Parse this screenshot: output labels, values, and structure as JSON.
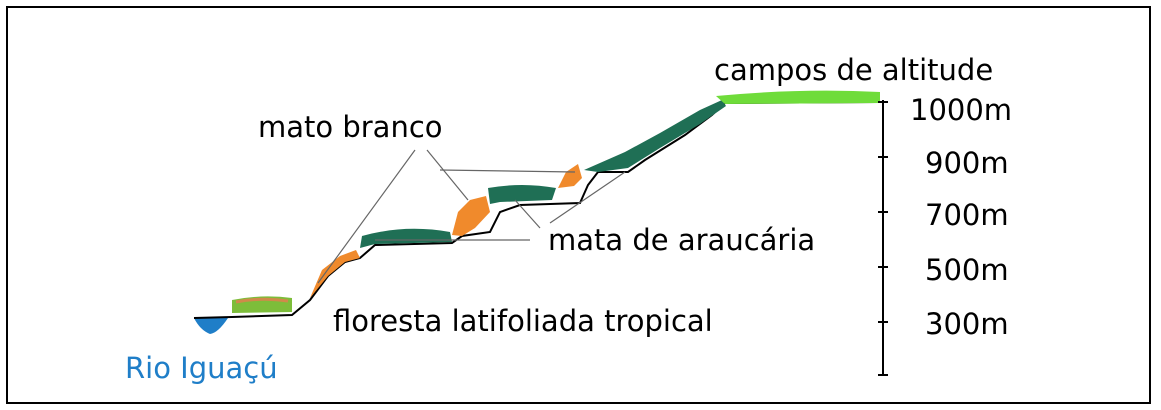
{
  "labels": {
    "campos": "campos de altitude",
    "mato_branco": "mato branco",
    "araucaria": "mata de araucária",
    "floresta": "floresta latifoliada tropical",
    "river": "Rio Iguaçú"
  },
  "elevations": [
    "1000m",
    "900m",
    "700m",
    "500m",
    "300m"
  ],
  "colors": {
    "river": "#1f7ec8",
    "campos": "#6fdc3a",
    "araucaria": "#1f6f55",
    "mato_branco": "#f08a2c",
    "floresta": "#7dbd3a",
    "ground": "#000000"
  }
}
